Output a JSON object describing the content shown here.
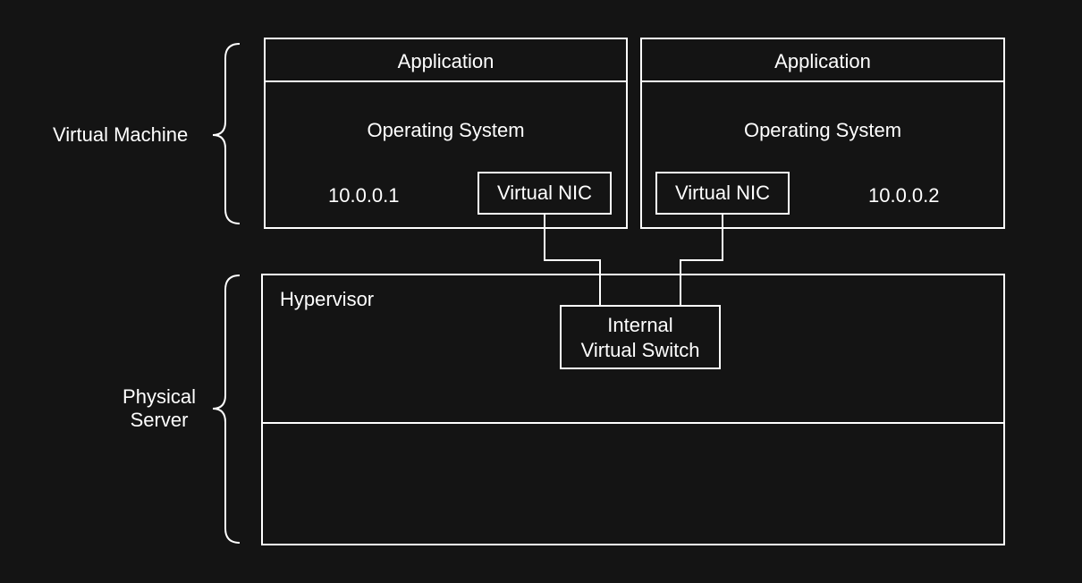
{
  "labels": {
    "virtual_machine": "Virtual Machine",
    "physical_server_line1": "Physical",
    "physical_server_line2": "Server"
  },
  "vms": [
    {
      "application": "Application",
      "os": "Operating System",
      "ip": "10.0.0.1",
      "nic": "Virtual NIC"
    },
    {
      "application": "Application",
      "os": "Operating System",
      "ip": "10.0.0.2",
      "nic": "Virtual NIC"
    }
  ],
  "hypervisor": {
    "label": "Hypervisor",
    "switch_line1": "Internal",
    "switch_line2": "Virtual Switch"
  },
  "colors": {
    "background": "#141414",
    "stroke": "#ffffff",
    "text": "#ffffff"
  }
}
